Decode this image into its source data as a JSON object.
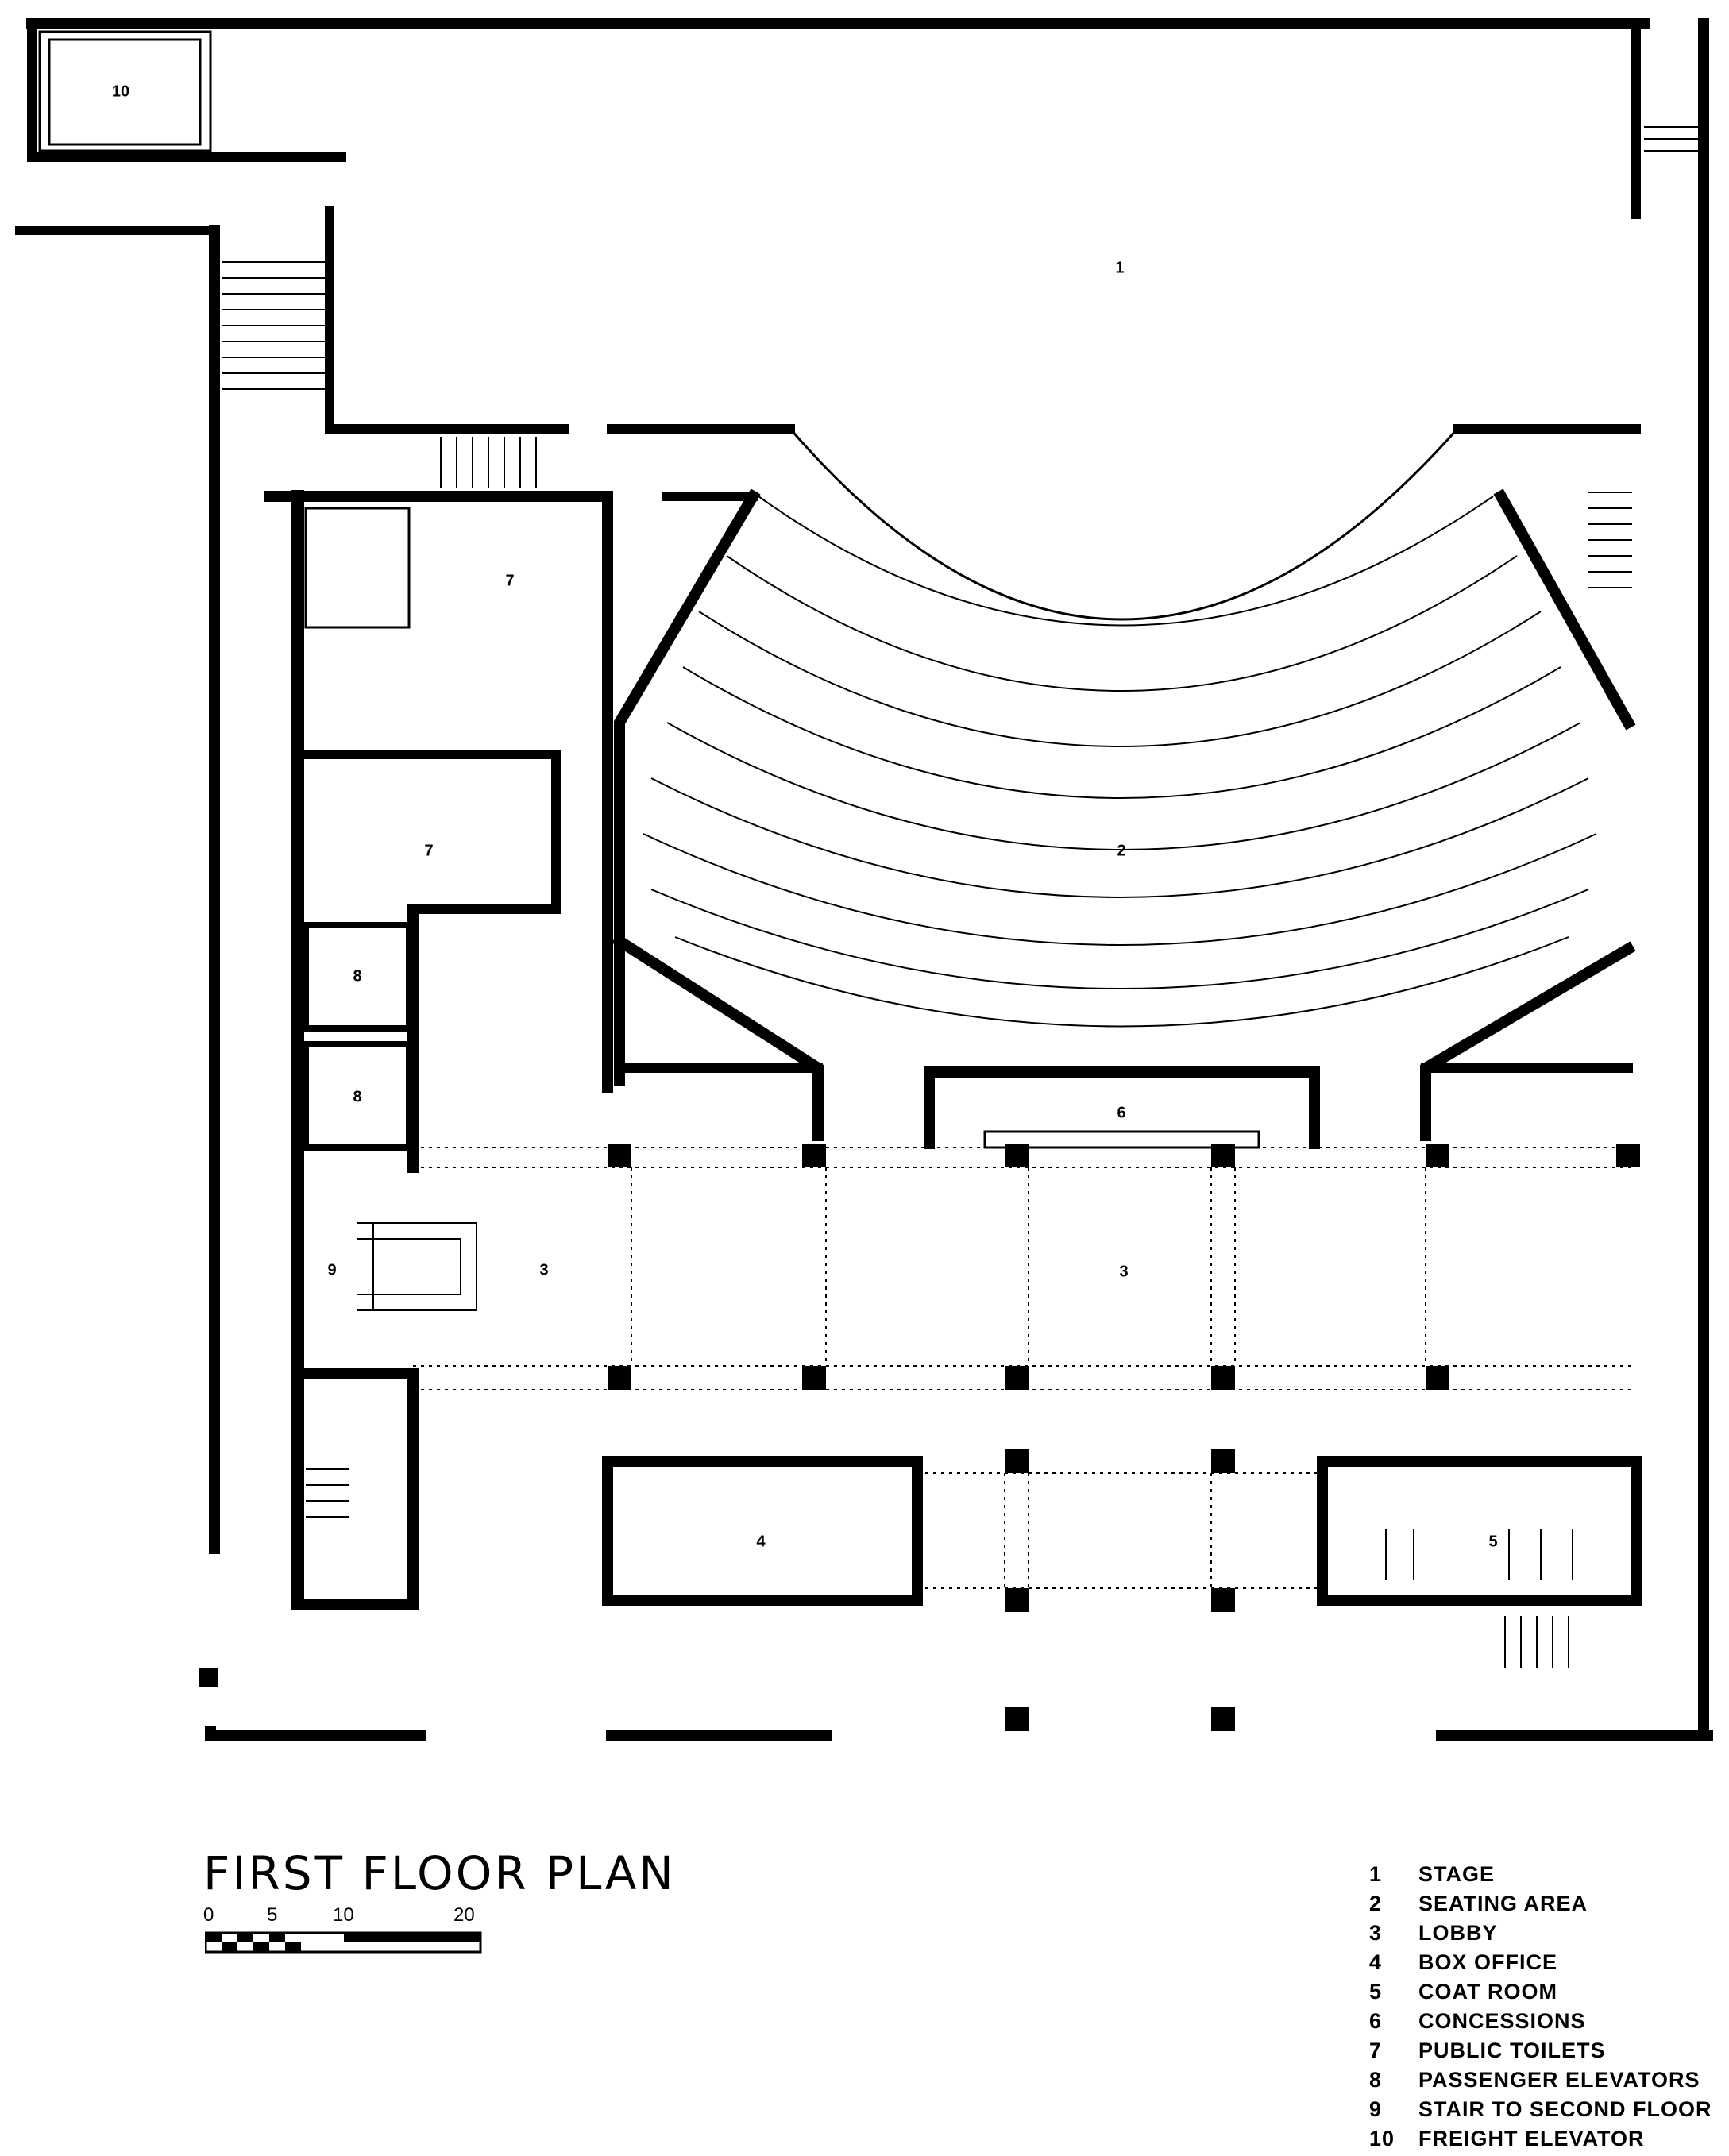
{
  "title": "FIRST FLOOR PLAN",
  "scale_bar": {
    "labels": [
      "0",
      "5",
      "10",
      "20"
    ]
  },
  "legend": [
    {
      "number": "1",
      "name": "STAGE"
    },
    {
      "number": "2",
      "name": "SEATING AREA"
    },
    {
      "number": "3",
      "name": "LOBBY"
    },
    {
      "number": "4",
      "name": "BOX OFFICE"
    },
    {
      "number": "5",
      "name": "COAT ROOM"
    },
    {
      "number": "6",
      "name": "CONCESSIONS"
    },
    {
      "number": "7",
      "name": "PUBLIC TOILETS"
    },
    {
      "number": "8",
      "name": "PASSENGER ELEVATORS"
    },
    {
      "number": "9",
      "name": "STAIR TO SECOND FLOOR"
    },
    {
      "number": "10",
      "name": "FREIGHT ELEVATOR"
    }
  ],
  "room_labels": {
    "freight_elevator": "10",
    "stage": "1",
    "seating_area": "2",
    "toilets_upper": "7",
    "toilets_lower": "7",
    "elevator_upper": "8",
    "elevator_lower": "8",
    "stair": "9",
    "lobby_left": "3",
    "lobby_main": "3",
    "concessions": "6",
    "box_office": "4",
    "coat_room": "5"
  }
}
